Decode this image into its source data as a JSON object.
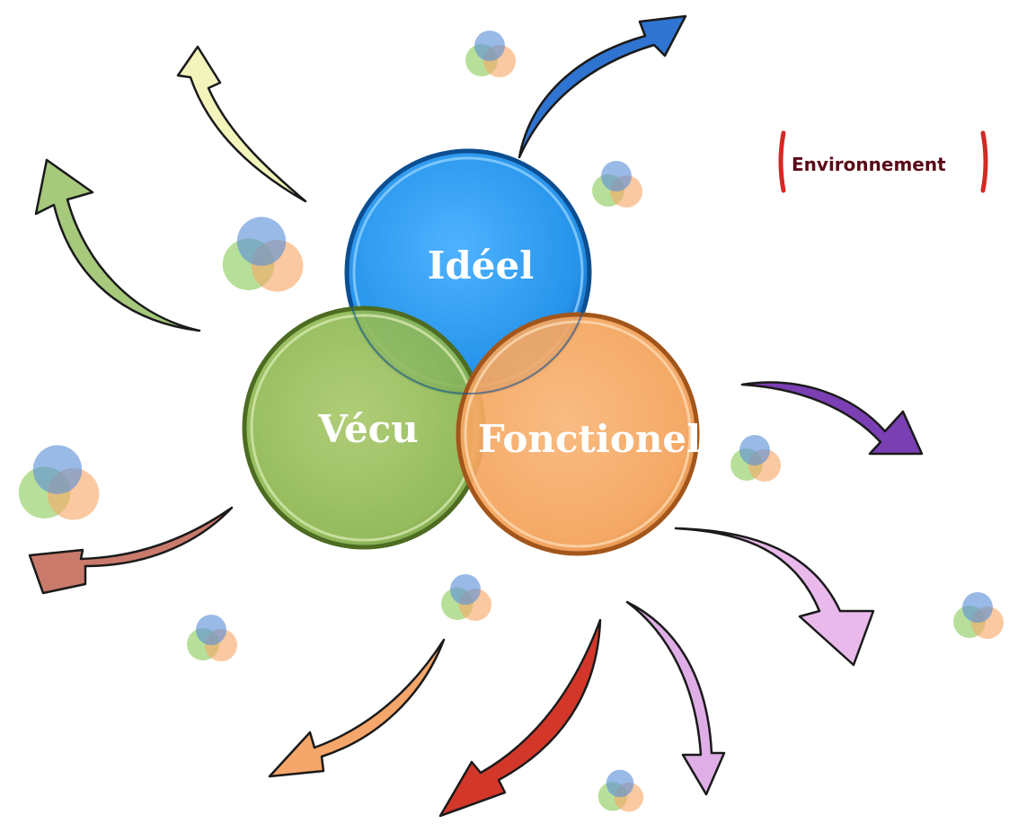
{
  "circles": [
    {
      "id": "ideel",
      "label": "Idéel",
      "color": "#1e90ea"
    },
    {
      "id": "vecu",
      "label": "Vécu",
      "color": "#8cb650"
    },
    {
      "id": "fonctionel",
      "label": "Fonctionel",
      "color": "#f4a25a"
    }
  ],
  "environment": {
    "label": "Environnement",
    "text_color": "#5a0a18",
    "bracket_color": "#d42a24"
  },
  "mini_venn_colors": {
    "blue": "#5b8fd8",
    "green": "#8ccb5c",
    "orange": "#f7a868"
  },
  "arrow_colors": [
    "#f2f4bb",
    "#a6c97c",
    "#2f74d0",
    "#7b3fb4",
    "#e9b9ec",
    "#dfaee6",
    "#d2372a",
    "#f5a66a",
    "#c97a6b"
  ]
}
